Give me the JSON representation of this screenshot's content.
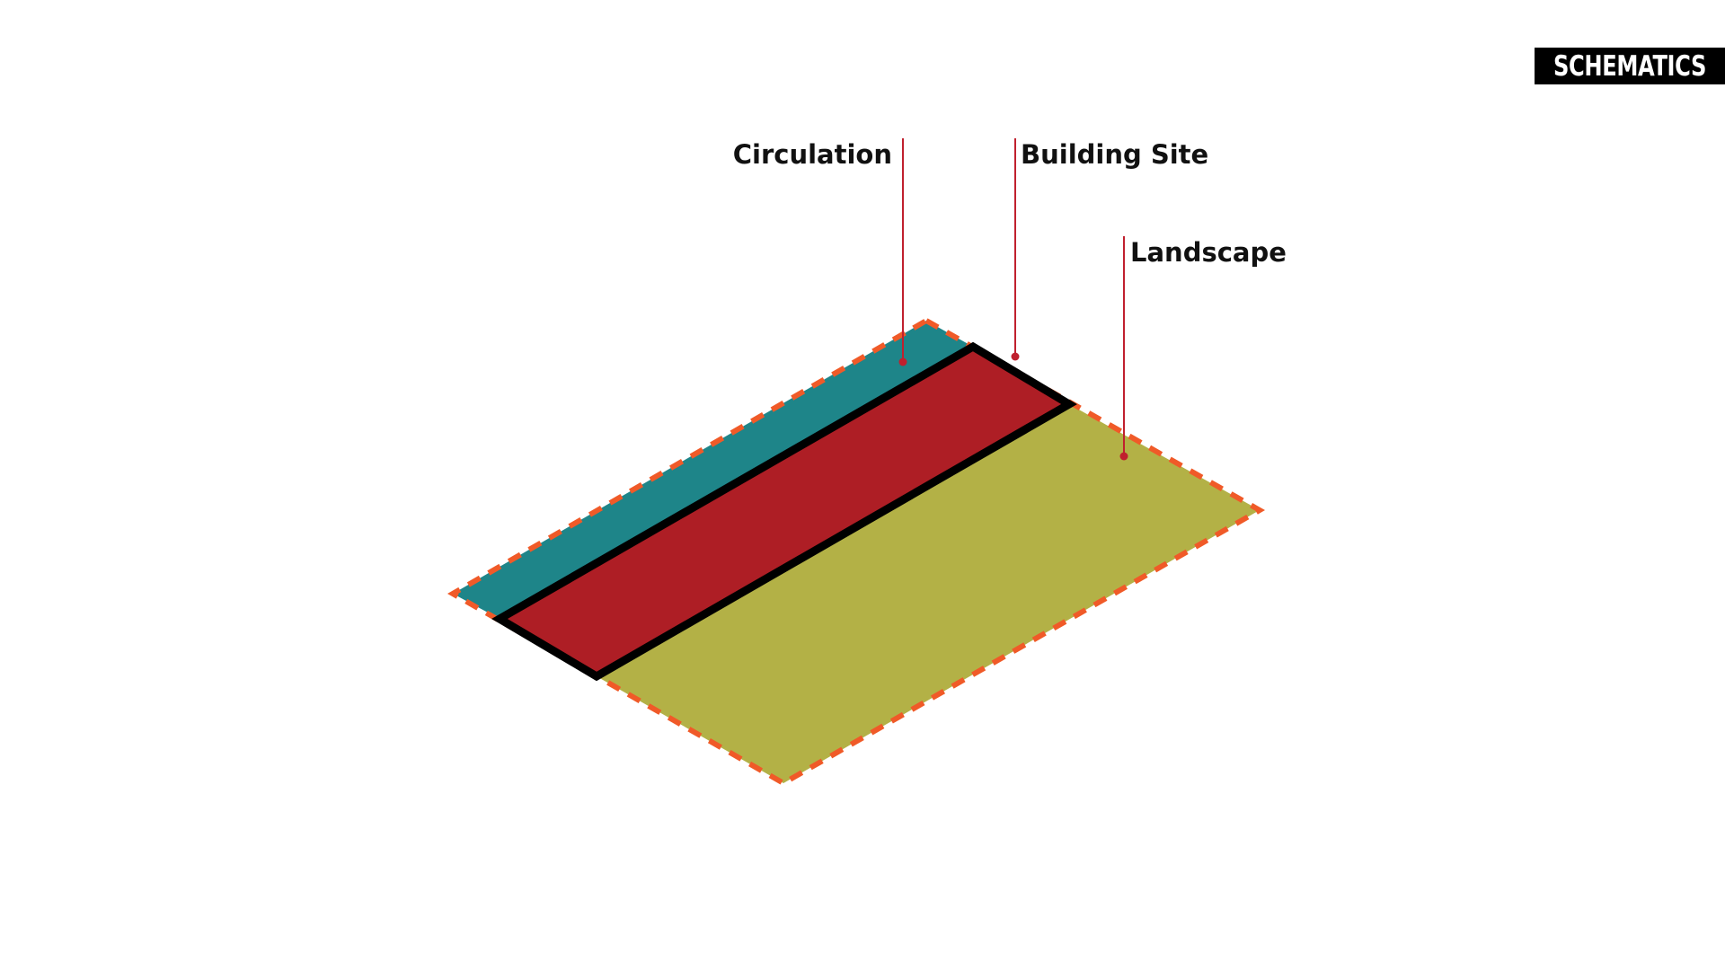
{
  "badge": {
    "label": "SCHEMATICS"
  },
  "labels": {
    "circulation": "Circulation",
    "building_site": "Building Site",
    "landscape": "Landscape"
  },
  "zones": [
    {
      "name": "Circulation",
      "color": "#1e8589"
    },
    {
      "name": "Building Site",
      "color": "#ae1e25"
    },
    {
      "name": "Landscape",
      "color": "#b3b146"
    }
  ],
  "colors": {
    "site_boundary": "#f05a28",
    "building_outline": "#000000",
    "leader_line": "#c0202e"
  }
}
